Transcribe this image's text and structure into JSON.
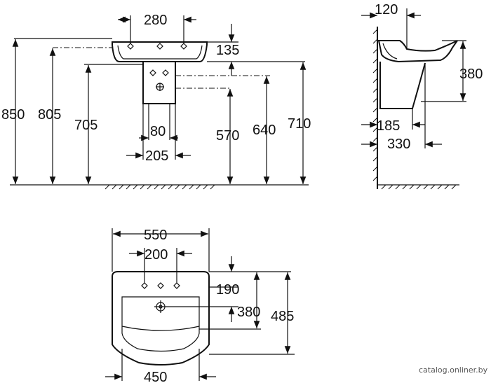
{
  "front_view": {
    "dims": {
      "tap_spacing": "280",
      "rim_height_offset": "135",
      "pedestal_width": "80",
      "pedestal_base": "205",
      "overall_height": "850",
      "top_rim_height": "805",
      "bowl_height": "705",
      "waste_height_1": "570",
      "waste_height_2": "640",
      "waste_height_3": "710"
    }
  },
  "side_view": {
    "dims": {
      "wall_gap": "120",
      "depth_top": "380",
      "pedestal_offset": "185",
      "pedestal_depth": "330"
    }
  },
  "top_view": {
    "dims": {
      "overall_width": "550",
      "tap_spacing": "200",
      "bowl_front": "450",
      "tap_to_drain": "190",
      "bowl_depth": "380",
      "overall_depth": "485"
    }
  },
  "watermark": "catalog.onliner.by"
}
